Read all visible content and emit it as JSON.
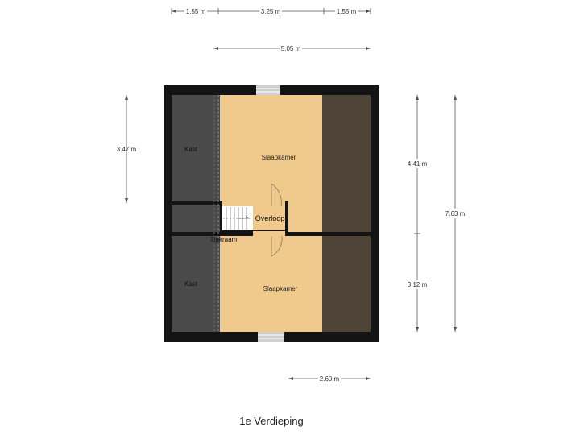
{
  "title": "1e Verdieping",
  "dimensions": {
    "top_left": "1.55 m",
    "top_middle": "3.25 m",
    "top_right": "1.55 m",
    "top_total": "5.05 m",
    "left_height": "3.47 m",
    "right_upper": "4.41 m",
    "right_lower": "3.12 m",
    "right_total": "7.63 m",
    "bottom": "2.60 m"
  },
  "rooms": {
    "kast_top": "Kast",
    "kast_bottom": "Kast",
    "slaapkamer_top": "Slaapkamer",
    "slaapkamer_bottom": "Slaapkamer",
    "overloop": "Overloop",
    "dakraam": "Dakraam"
  },
  "colors": {
    "wall": "#141414",
    "room": "#f0c98c",
    "kast": "#4a4a4a",
    "eaves": "#4e4438",
    "stair": "#ffffff",
    "window": "#cfcfcf"
  }
}
